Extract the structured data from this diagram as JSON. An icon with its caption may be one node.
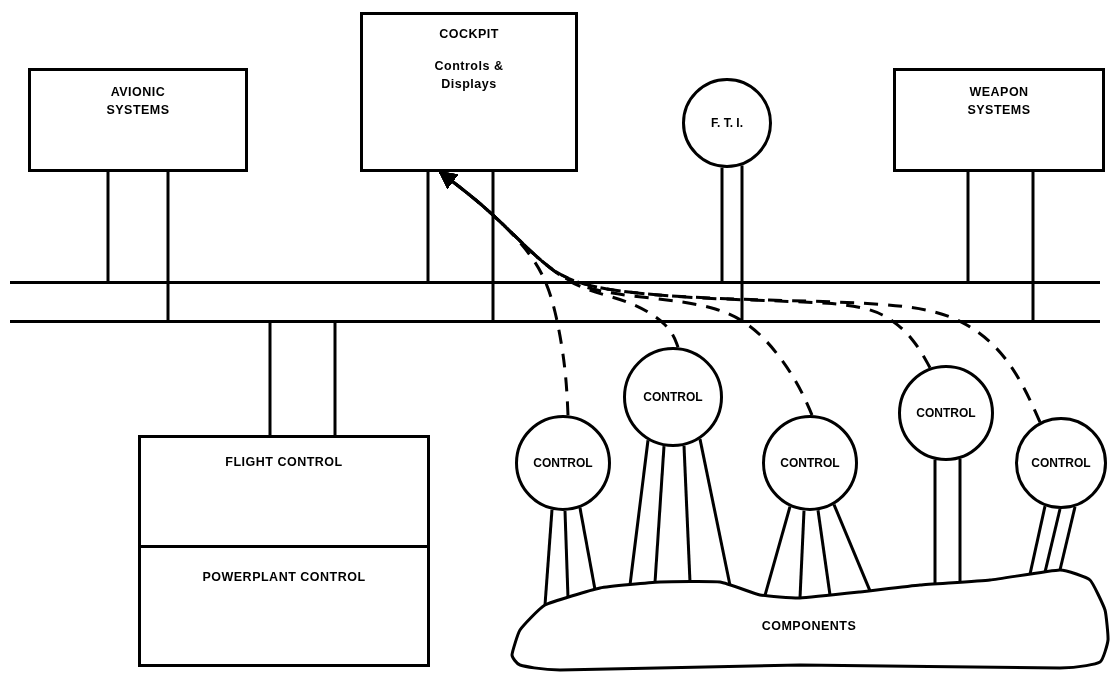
{
  "diagram": {
    "nodes": [
      {
        "text": [
          "AVIONIC SYSTEMS"
        ]
      },
      {
        "text": [
          "COCKPIT",
          "Controls & Displays"
        ]
      },
      {
        "text": [
          "F. T. I."
        ]
      },
      {
        "text": [
          "WEAPON SYSTEMS"
        ]
      },
      {
        "text": [],
        "shape": "bar"
      },
      {
        "text": [],
        "shape": "bar"
      },
      {
        "text": [
          "FLIGHT CONTROL",
          "POWERPLANT CONTROL"
        ]
      },
      {
        "text": [
          "CONTROL"
        ]
      },
      {
        "text": [
          "CONTROL"
        ]
      },
      {
        "text": [
          "CONTROL"
        ]
      },
      {
        "text": [
          "CONTROL"
        ]
      },
      {
        "text": [
          "CONTROL"
        ]
      },
      {
        "text": [
          "COMPONENTS"
        ]
      }
    ],
    "edges": [
      {
        "from": 0,
        "to": 4,
        "arrow": "none"
      },
      {
        "from": 0,
        "to": 5,
        "arrow": "none"
      },
      {
        "from": 1,
        "to": 4,
        "arrow": "none"
      },
      {
        "from": 1,
        "to": 5,
        "arrow": "none"
      },
      {
        "from": 2,
        "to": 4,
        "arrow": "none"
      },
      {
        "from": 2,
        "to": 5,
        "arrow": "none"
      },
      {
        "from": 3,
        "to": 4,
        "arrow": "none"
      },
      {
        "from": 3,
        "to": 5,
        "arrow": "none"
      },
      {
        "from": 5,
        "to": 6,
        "arrow": "none"
      },
      {
        "from": 5,
        "to": 6,
        "arrow": "none"
      },
      {
        "from": 7,
        "to": 1,
        "arrow": "to",
        "style": "dashed"
      },
      {
        "from": 8,
        "to": 1,
        "arrow": "to",
        "style": "dashed"
      },
      {
        "from": 9,
        "to": 1,
        "arrow": "to",
        "style": "dashed"
      },
      {
        "from": 10,
        "to": 1,
        "arrow": "to",
        "style": "dashed"
      },
      {
        "from": 11,
        "to": 1,
        "arrow": "to",
        "style": "dashed"
      },
      {
        "from": 7,
        "to": 12,
        "arrow": "none"
      },
      {
        "from": 7,
        "to": 12,
        "arrow": "none"
      },
      {
        "from": 7,
        "to": 12,
        "arrow": "none"
      },
      {
        "from": 8,
        "to": 12,
        "arrow": "none"
      },
      {
        "from": 8,
        "to": 12,
        "arrow": "none"
      },
      {
        "from": 8,
        "to": 12,
        "arrow": "none"
      },
      {
        "from": 8,
        "to": 12,
        "arrow": "none"
      },
      {
        "from": 9,
        "to": 12,
        "arrow": "none"
      },
      {
        "from": 9,
        "to": 12,
        "arrow": "none"
      },
      {
        "from": 9,
        "to": 12,
        "arrow": "none"
      },
      {
        "from": 9,
        "to": 12,
        "arrow": "none"
      },
      {
        "from": 10,
        "to": 12,
        "arrow": "none"
      },
      {
        "from": 10,
        "to": 12,
        "arrow": "none"
      },
      {
        "from": 11,
        "to": 12,
        "arrow": "none"
      },
      {
        "from": 11,
        "to": 12,
        "arrow": "none"
      },
      {
        "from": 11,
        "to": 12,
        "arrow": "none"
      }
    ]
  }
}
